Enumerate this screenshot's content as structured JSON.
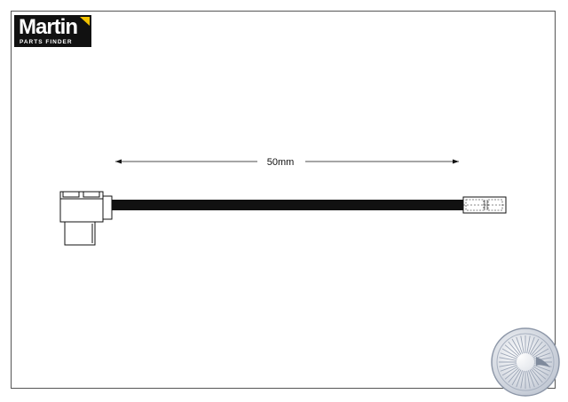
{
  "logo": {
    "brand": "Martin",
    "subtitle": "PARTS FINDER",
    "accent_color": "#f2c200"
  },
  "dimension": {
    "label": "50mm"
  },
  "colors": {
    "line": "#111111",
    "frame": "#555555"
  },
  "icons": {
    "seal": "sunburst-seal-icon",
    "arrow_left": "arrow-left-icon",
    "arrow_right": "arrow-right-icon"
  }
}
